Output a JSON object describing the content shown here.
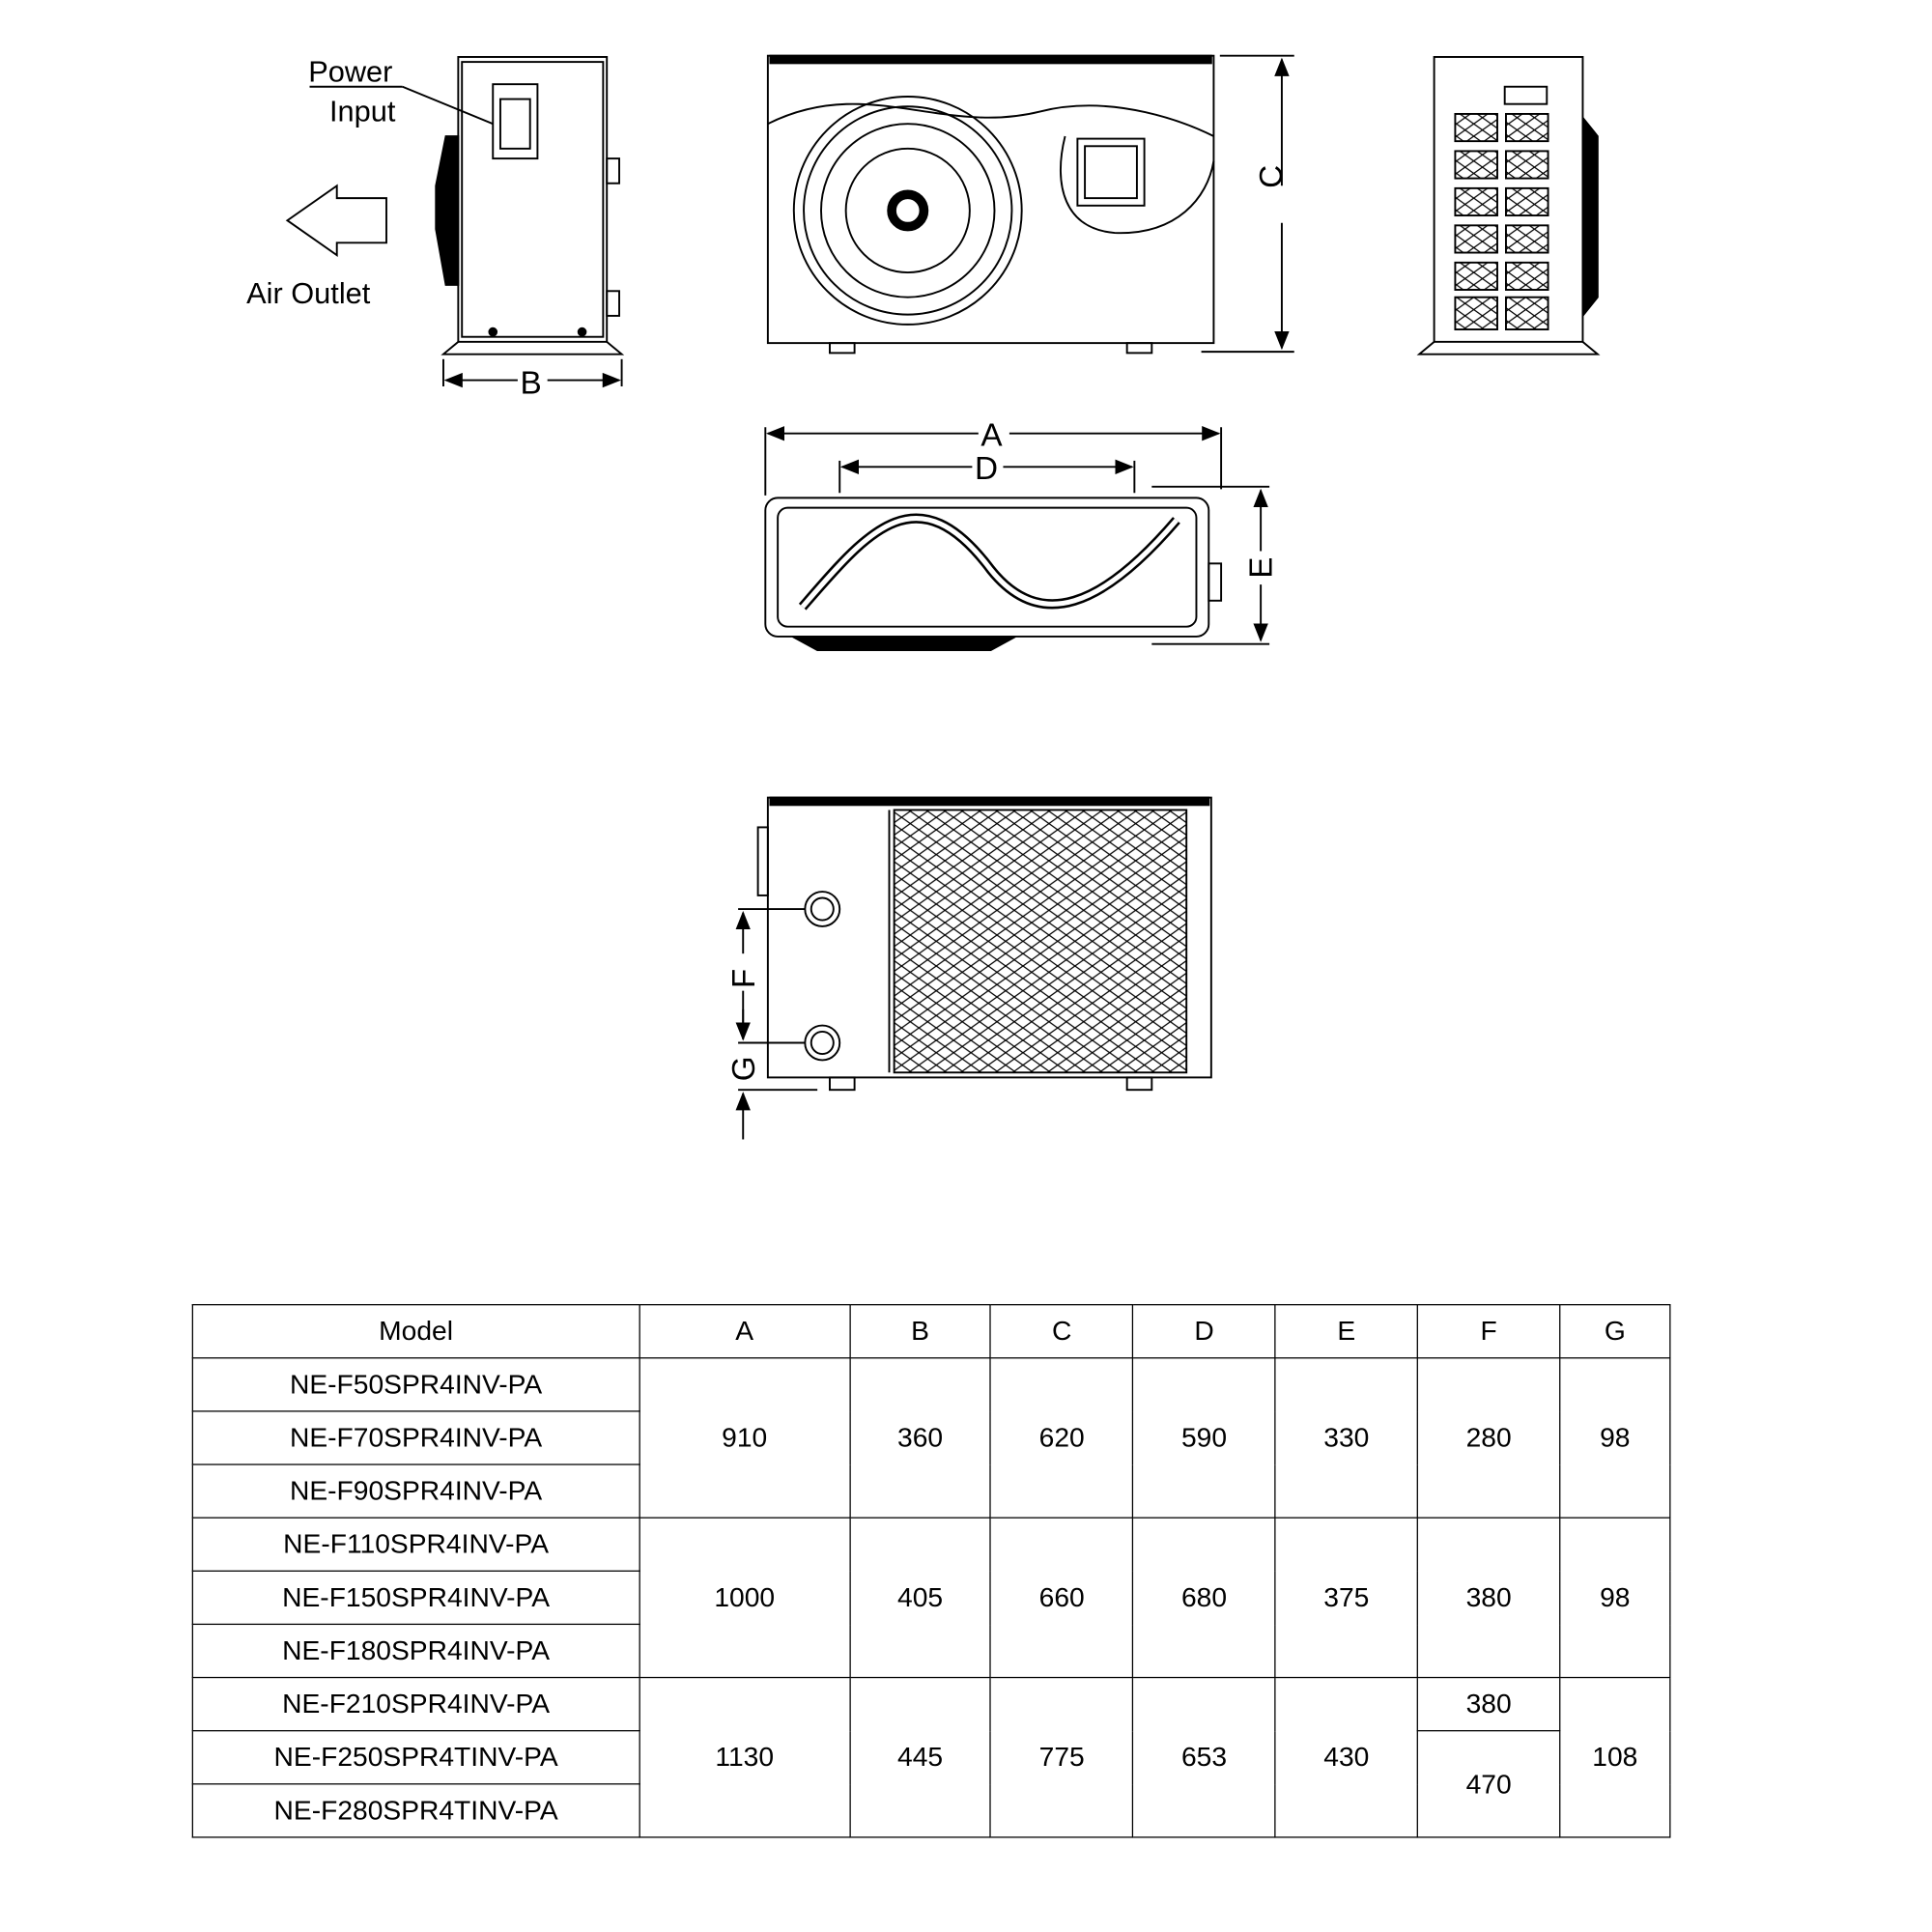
{
  "labels": {
    "power_input_line1": "Power",
    "power_input_line2": "Input",
    "air_outlet": "Air Outlet"
  },
  "dimensions": {
    "a": "A",
    "b": "B",
    "c": "C",
    "d": "D",
    "e": "E",
    "f": "F",
    "g": "G"
  },
  "table": {
    "headers": [
      "Model",
      "A",
      "B",
      "C",
      "D",
      "E",
      "F",
      "G"
    ],
    "groups": [
      {
        "models": [
          "NE-F50SPR4INV-PA",
          "NE-F70SPR4INV-PA",
          "NE-F90SPR4INV-PA"
        ],
        "A": "910",
        "B": "360",
        "C": "620",
        "D": "590",
        "E": "330",
        "F": [
          "280"
        ],
        "G": "98"
      },
      {
        "models": [
          "NE-F110SPR4INV-PA",
          "NE-F150SPR4INV-PA",
          "NE-F180SPR4INV-PA"
        ],
        "A": "1000",
        "B": "405",
        "C": "660",
        "D": "680",
        "E": "375",
        "F": [
          "380"
        ],
        "G": "98"
      },
      {
        "models": [
          "NE-F210SPR4INV-PA",
          "NE-F250SPR4TINV-PA",
          "NE-F280SPR4TINV-PA"
        ],
        "A": "1130",
        "B": "445",
        "C": "775",
        "D": "653",
        "E": "430",
        "F": [
          "380",
          "470"
        ],
        "G": "108"
      }
    ]
  }
}
